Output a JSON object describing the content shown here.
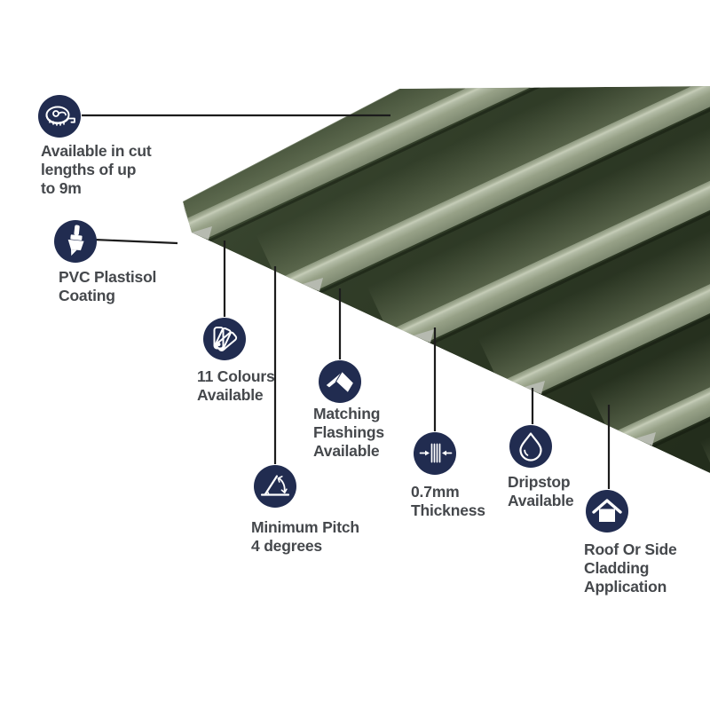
{
  "colors": {
    "background": "#ffffff",
    "icon_navy": "#212c50",
    "callout_line": "#1c1c1c",
    "text": "#45484c",
    "sheet_dark_green": "#2c3626",
    "sheet_mid_green": "#39462f",
    "sheet_light_band": "#99a38c",
    "sheet_highlight": "#c6cdb8",
    "sheet_cut_edge_gray": "#b6bab0"
  },
  "sheet": {
    "name": "box-profile-roofing-sheet",
    "colour": "juniper green"
  },
  "callouts": [
    {
      "id": "cut-lengths",
      "icon": "tape-measure-icon",
      "lines": [
        "Available in cut",
        "lengths of up",
        "to 9m"
      ]
    },
    {
      "id": "coating",
      "icon": "paint-brush-icon",
      "lines": [
        "PVC Plastisol",
        "Coating"
      ]
    },
    {
      "id": "colours",
      "icon": "colour-fan-icon",
      "lines": [
        "11 Colours",
        "Available"
      ]
    },
    {
      "id": "flashings",
      "icon": "flashing-icon",
      "lines": [
        "Matching",
        "Flashings",
        "Available"
      ]
    },
    {
      "id": "pitch",
      "icon": "pitch-angle-icon",
      "lines": [
        "Minimum Pitch",
        "4 degrees"
      ]
    },
    {
      "id": "thickness",
      "icon": "thickness-arrows-icon",
      "lines": [
        "0.7mm",
        "Thickness"
      ]
    },
    {
      "id": "dripstop",
      "icon": "water-drop-icon",
      "lines": [
        "Dripstop",
        "Available"
      ]
    },
    {
      "id": "application",
      "icon": "house-icon",
      "lines": [
        "Roof Or Side",
        "Cladding",
        "Application"
      ]
    }
  ]
}
